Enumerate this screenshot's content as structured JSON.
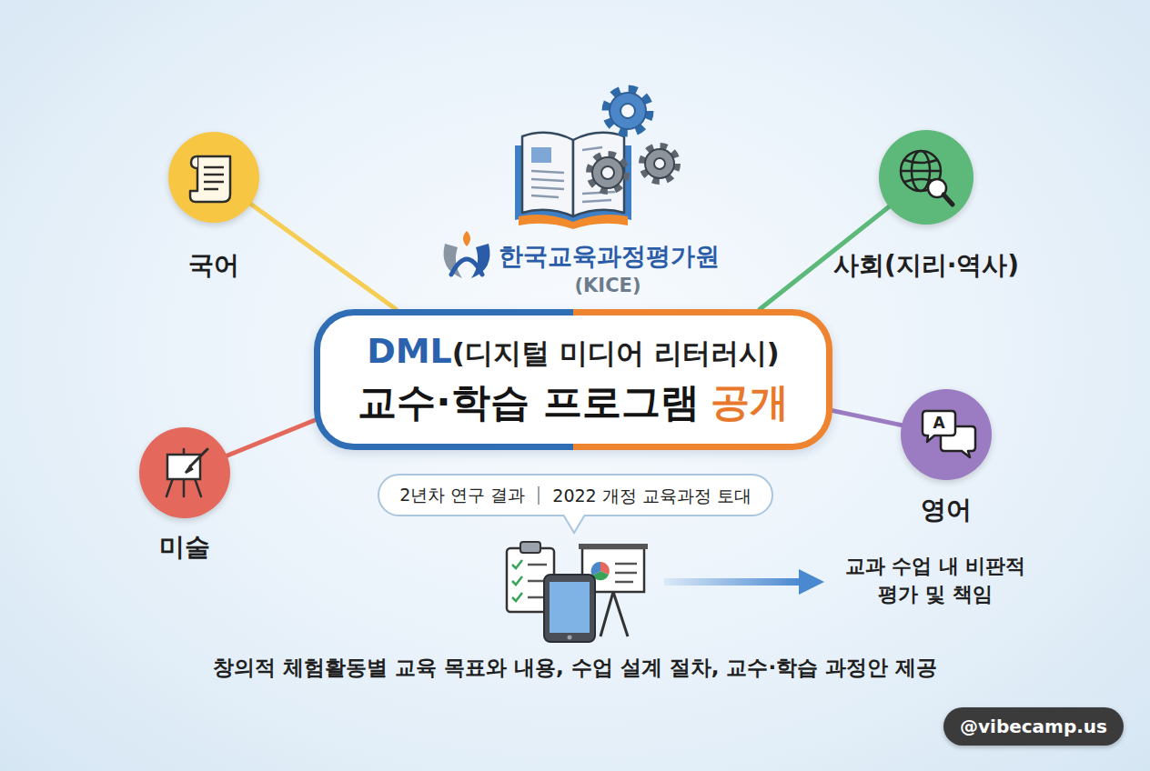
{
  "diagram": {
    "nodes": [
      {
        "text": [
          "국어"
        ]
      },
      {
        "text": [
          "사회(지리·역사)"
        ]
      },
      {
        "text": [
          "DML",
          "(디지털 미디어 리터러시)",
          "교수·학습 프로그램",
          "공개"
        ]
      },
      {
        "text": [
          "미술"
        ]
      },
      {
        "text": [
          "영어"
        ]
      },
      {
        "text": [
          "2년차 연구 결과",
          "2022 개정 교육과정 토대"
        ]
      },
      {
        "text": [
          "@vibecamp.us"
        ]
      }
    ],
    "edges": [
      {
        "from": 0,
        "to": 2,
        "arrow": "none"
      },
      {
        "from": 1,
        "to": 2,
        "arrow": "none"
      },
      {
        "from": 3,
        "to": 2,
        "arrow": "none"
      },
      {
        "from": 4,
        "to": 2,
        "arrow": "none"
      }
    ],
    "labels": [
      "한국교육과정평가원",
      "(KICE)",
      "A",
      "교과 수업 내 비판적 평가 및 책임",
      "창의적 체험활동별 교육 목표와 내용, 수업 설계 절차, 교수·학습 과정안 제공"
    ]
  }
}
